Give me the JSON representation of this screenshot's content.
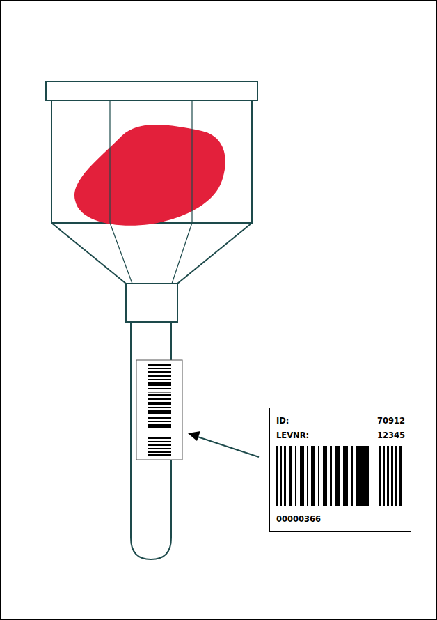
{
  "diagram": {
    "nodes": [
      {
        "text": [
          "ID:",
          "70912",
          "LEVNR:",
          "12345",
          "00000366"
        ]
      }
    ]
  }
}
